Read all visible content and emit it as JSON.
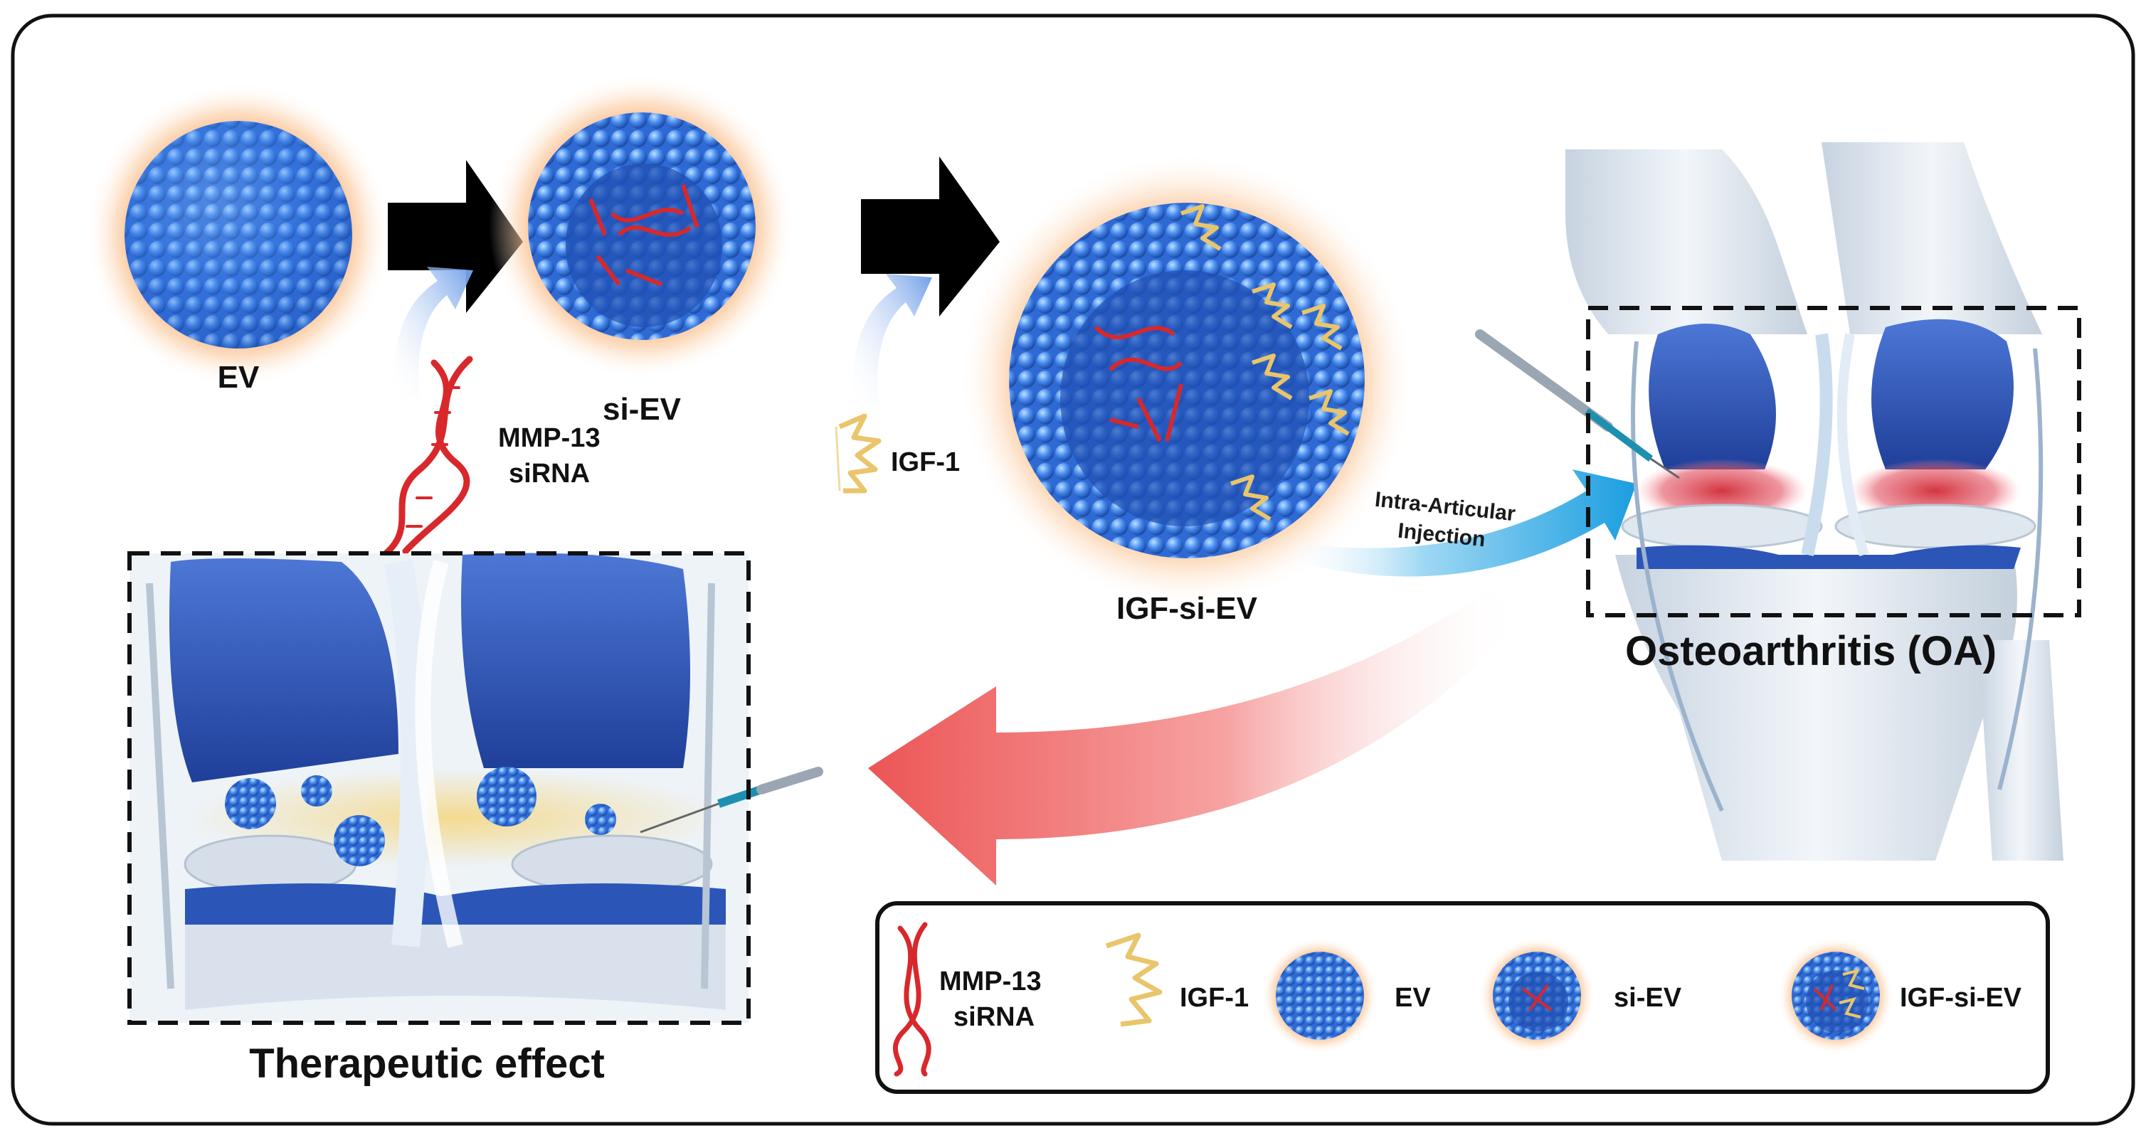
{
  "labels": {
    "ev": "EV",
    "si_ev": "si-EV",
    "mmp13": "MMP-13",
    "sirna": "siRNA",
    "igf1": "IGF-1",
    "igf_si_ev": "IGF-si-EV",
    "intra_articular": "Intra-Articular",
    "injection": "Injection",
    "oa": "Osteoarthritis (OA)",
    "therapeutic": "Therapeutic effect"
  },
  "legend": {
    "mmp13": "MMP-13",
    "sirna": "siRNA",
    "igf1": "IGF-1",
    "ev": "EV",
    "si_ev": "si-EV",
    "igf_si_ev": "IGF-si-EV"
  },
  "colors": {
    "ev_blue": "#3b7fe6",
    "ev_glow": "#f6a062",
    "sirna_red": "#d8282b",
    "igf_yellow": "#e9c56b",
    "cartilage_blue": "#2c55b8",
    "inflamed_red": "#c0303a",
    "bone": "#dfe7ef",
    "arrow_black": "#000000",
    "return_arrow_red": "#ee5b5b",
    "inject_arrow_blue": "#2aa9e0"
  }
}
